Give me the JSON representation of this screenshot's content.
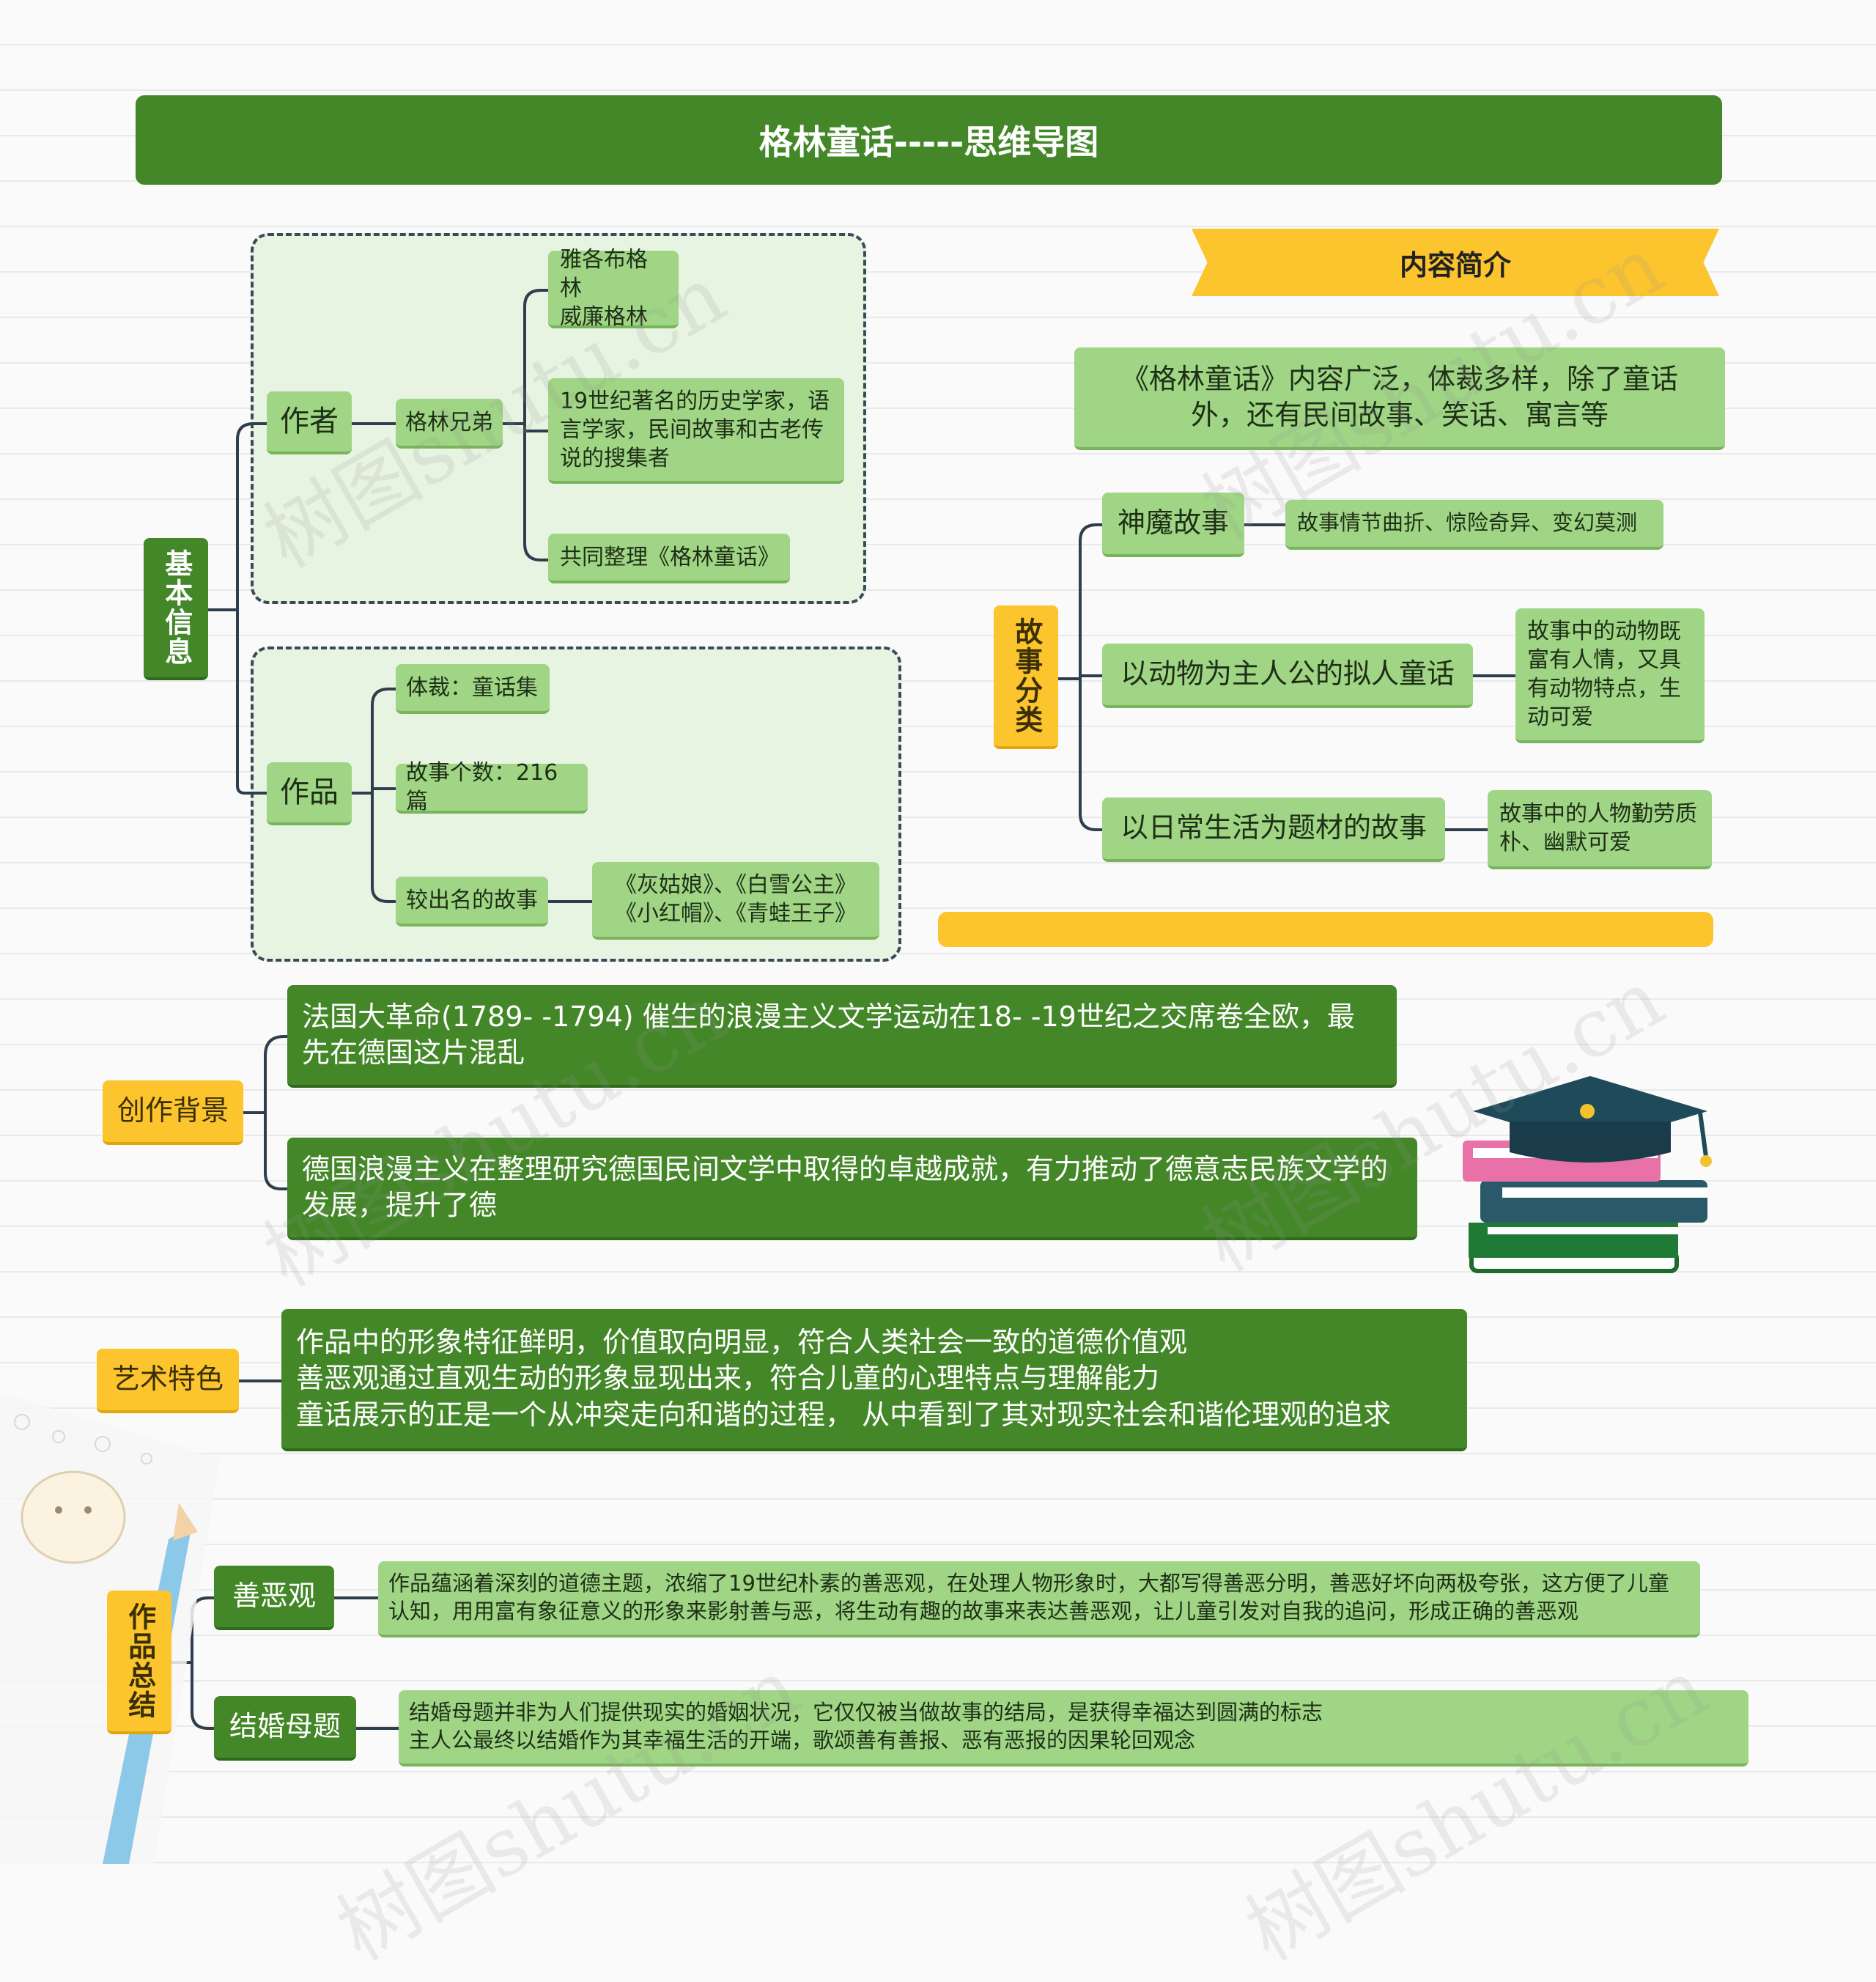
{
  "title": "格林童话-----思维导图",
  "content_intro": {
    "ribbon": "内容简介",
    "summary": "《格林童话》内容广泛，体裁多样，除了童话外，还有民间故事、笑话、寓言等"
  },
  "basic_info": {
    "label": "基本信息",
    "author": {
      "label": "作者",
      "name": "格林兄弟",
      "brothers": "雅各布格林\n威廉格林",
      "desc": "19世纪著名的历史学家，语言学家，民间故事和古老传说的搜集者",
      "compiled": "共同整理《格林童话》"
    },
    "works": {
      "label": "作品",
      "genre": "体裁：童话集",
      "count": "故事个数：216篇",
      "famous_label": "较出名的故事",
      "famous": "《灰姑娘》、《白雪公主》\n《小红帽》、《青蛙王子》"
    }
  },
  "story_types": {
    "label": "故事分类",
    "items": [
      {
        "name": "神魔故事",
        "desc": "故事情节曲折、惊险奇异、变幻莫测"
      },
      {
        "name": "以动物为主人公的拟人童话",
        "desc": "故事中的动物既富有人情，又具有动物特点，生动可爱"
      },
      {
        "name": "以日常生活为题材的故事",
        "desc": "故事中的人物勤劳质朴、幽默可爱"
      }
    ]
  },
  "background": {
    "label": "创作背景",
    "items": [
      "法国大革命(1789- -1794) 催生的浪漫主义文学运动在18- -19世纪之交席卷全欧，最先在德国这片混乱",
      "德国浪漫主义在整理研究德国民间文学中取得的卓越成就，有力推动了德意志民族文学的发展，提升了德"
    ]
  },
  "art": {
    "label": "艺术特色",
    "text": "作品中的形象特征鲜明，价值取向明显，符合人类社会一致的道德价值观\n善恶观通过直观生动的形象显现出来，符合儿童的心理特点与理解能力\n童话展示的正是一个从冲突走向和谐的过程， 从中看到了其对现实社会和谐伦理观的追求"
  },
  "summary": {
    "label": "作品总结",
    "items": [
      {
        "name": "善恶观",
        "desc": "作品蕴涵着深刻的道德主题，浓缩了19世纪朴素的善恶观，在处理人物形象时，大都写得善恶分明，善恶好坏向两极夸张，这方便了儿童认知，用用富有象征意义的形象来影射善与恶，将生动有趣的故事来表达善恶观，让儿童引发对自我的追问，形成正确的善恶观"
      },
      {
        "name": "结婚母题",
        "desc": "结婚母题并非为人们提供现实的婚姻状况，它仅仅被当做故事的结局，是获得幸福达到圆满的标志\n主人公最终以结婚作为其幸福生活的开端，歌颂善有善报、恶有恶报的因果轮回观念"
      }
    ]
  },
  "watermark": "树图shutu.cn",
  "colors": {
    "dark_green": "#448729",
    "light_green": "#9fd585",
    "yellow": "#fcc52e",
    "connector": "#2f3e4e"
  },
  "icons": [
    "graduation-cap-books-icon",
    "sheep-notepad-icon"
  ]
}
